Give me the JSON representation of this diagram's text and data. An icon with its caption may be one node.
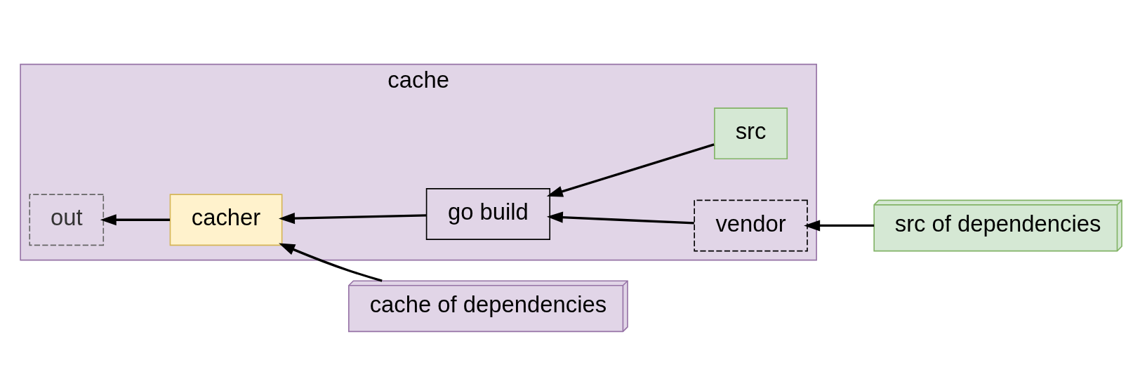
{
  "diagram": {
    "nodes": [
      {
        "text": [
          "cache"
        ]
      },
      {
        "text": [
          "cacher"
        ],
        "in": 0
      },
      {
        "text": [
          "out"
        ],
        "in": 0
      },
      {
        "text": [
          "go build"
        ],
        "in": 0
      },
      {
        "text": [
          "src"
        ],
        "in": 0
      },
      {
        "text": [
          "vendor"
        ],
        "in": 0
      },
      {
        "text": [
          "cache of dependencies"
        ]
      },
      {
        "text": [
          "src of dependencies"
        ]
      }
    ],
    "edges": [
      {
        "from": 6,
        "to": 1,
        "arrow": "to"
      },
      {
        "from": 3,
        "to": 1,
        "arrow": "to"
      },
      {
        "from": 1,
        "to": 2,
        "arrow": "to"
      },
      {
        "from": 4,
        "to": 3,
        "arrow": "to"
      },
      {
        "from": 5,
        "to": 3,
        "arrow": "to"
      },
      {
        "from": 7,
        "to": 5,
        "arrow": "to"
      }
    ]
  }
}
